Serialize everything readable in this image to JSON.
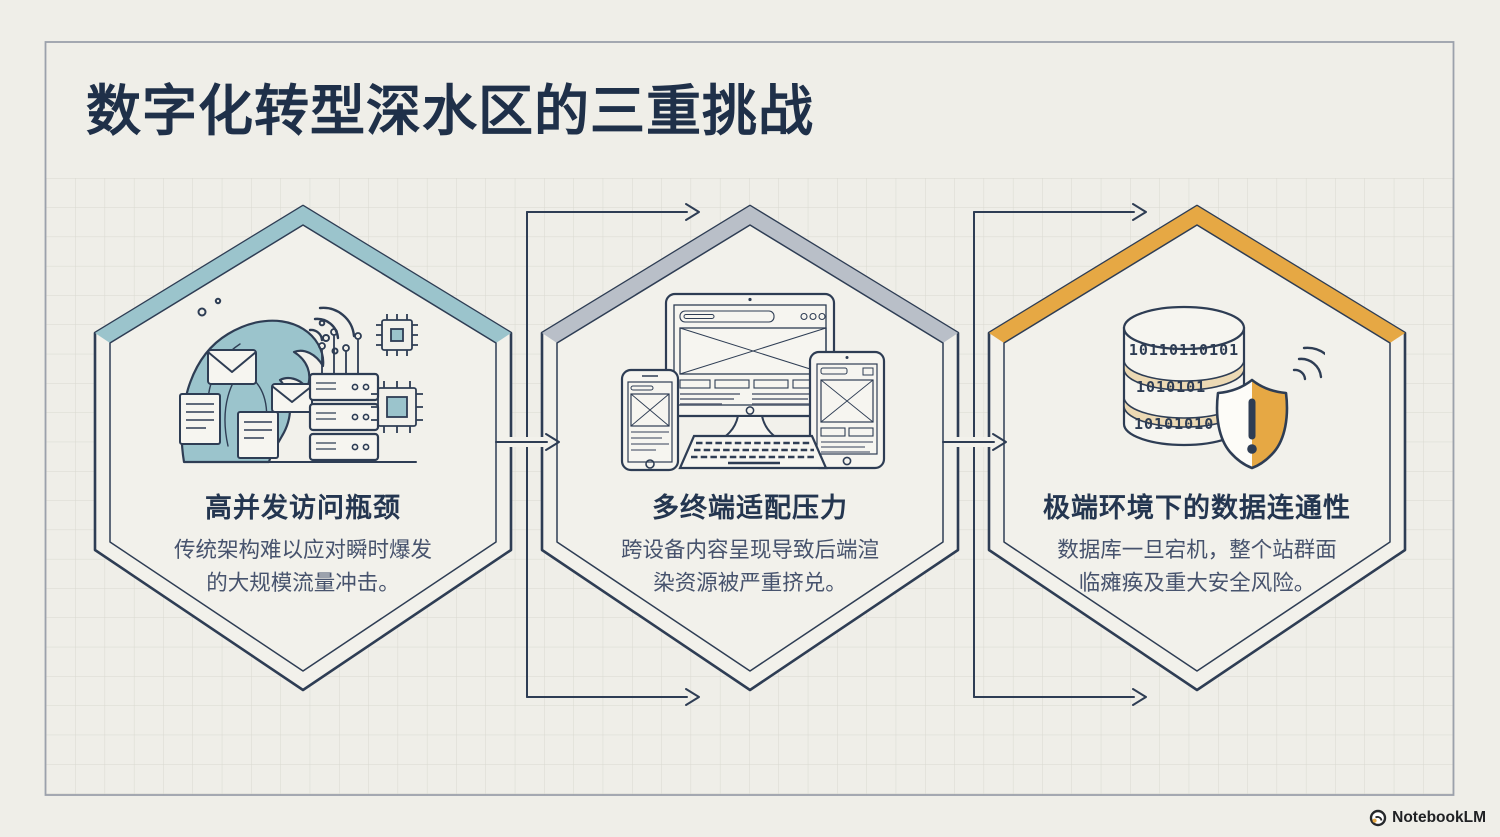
{
  "page": {
    "title": "数字化转型深水区的三重挑战"
  },
  "brand": {
    "label": "NotebookLM"
  },
  "cards": [
    {
      "id": "high-concurrency",
      "title": "高并发访问瓶颈",
      "desc_line1": "传统架构难以应对瞬时爆发",
      "desc_line2": "的大规模流量冲击。",
      "icon": "wave-servers-icon",
      "accent_color": "#9bc4cc"
    },
    {
      "id": "multi-terminal",
      "title": "多终端适配压力",
      "desc_line1": "跨设备内容呈现导致后端渲",
      "desc_line2": "染资源被严重挤兑。",
      "icon": "multi-device-icon",
      "accent_color": "#b9bfc8"
    },
    {
      "id": "extreme-environment",
      "title": "极端环境下的数据连通性",
      "desc_line1": "数据库一旦宕机，整个站群面",
      "desc_line2": "临瘫痪及重大安全风险。",
      "icon": "database-shield-icon",
      "accent_color": "#e6a844",
      "icon_binary_rows": [
        "10110110101",
        "1010101",
        "10101010"
      ]
    }
  ],
  "colors": {
    "background": "#efeee8",
    "panel_border": "#9ba1ab",
    "grid_line": "#d9d8d0",
    "outline_navy": "#2e3d54",
    "title_navy": "#1f3049",
    "desc_text": "#47536d",
    "teal_accent": "#9bc4cc",
    "silver_accent": "#b9bfc8",
    "orange_accent": "#e6a844",
    "tan_band": "#ecd9b4"
  }
}
